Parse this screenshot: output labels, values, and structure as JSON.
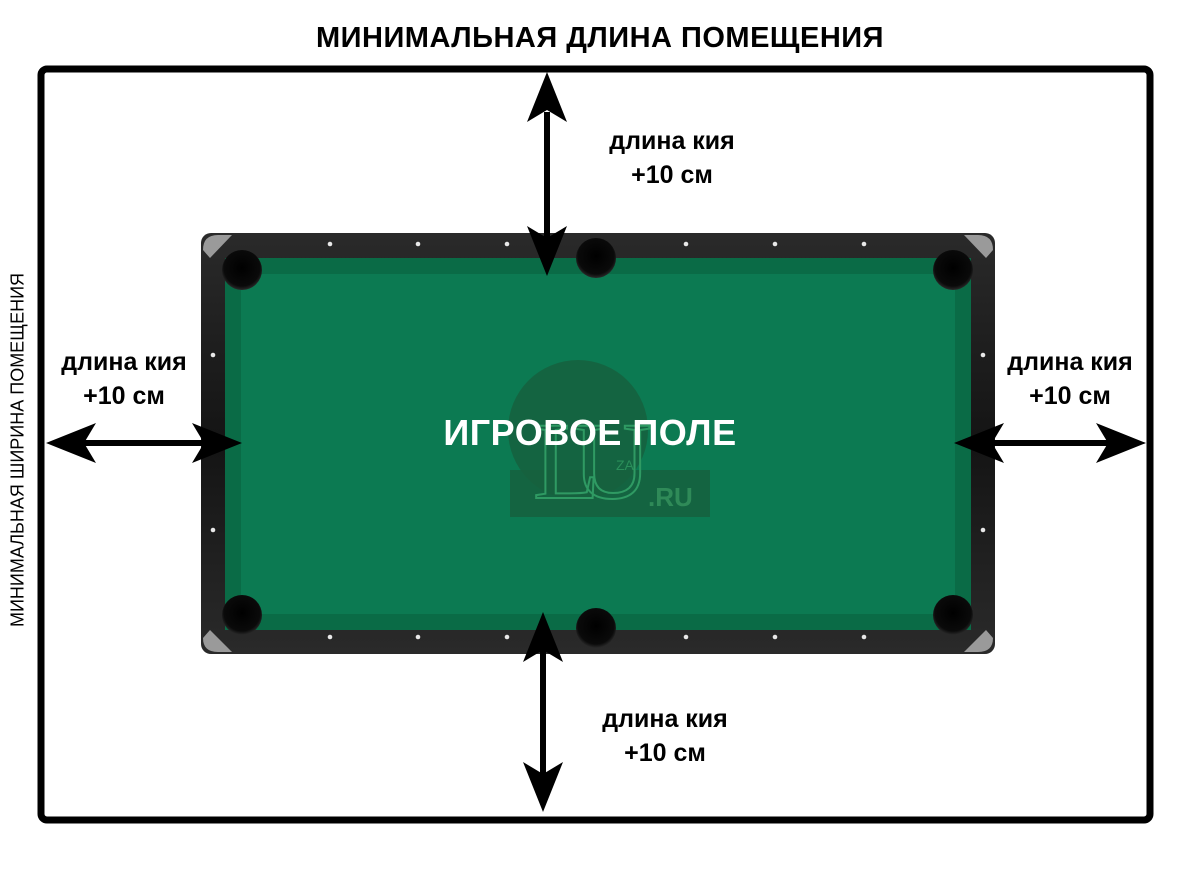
{
  "room": {
    "length_label": "МИНИМАЛЬНАЯ ДЛИНА ПОМЕЩЕНИЯ",
    "width_label": "МИНИМАЛЬНАЯ ШИРИНА ПОМЕЩЕНИЯ"
  },
  "field_label": "ИГРОВОЕ ПОЛЕ",
  "clearance": {
    "top": {
      "line1": "длина кия",
      "line2": "+10 см"
    },
    "bottom": {
      "line1": "длина кия",
      "line2": "+10 см"
    },
    "left": {
      "line1": "длина кия",
      "line2": "+10 см"
    },
    "right": {
      "line1": "длина кия",
      "line2": "+10 см"
    }
  },
  "watermark": {
    "letters": "LU",
    "small": "ZA",
    "domain": ".RU"
  },
  "colors": {
    "cloth": "#0c7a52",
    "rail": "#1b1b1b",
    "frame": "#000000",
    "watermark": "#16603e"
  }
}
